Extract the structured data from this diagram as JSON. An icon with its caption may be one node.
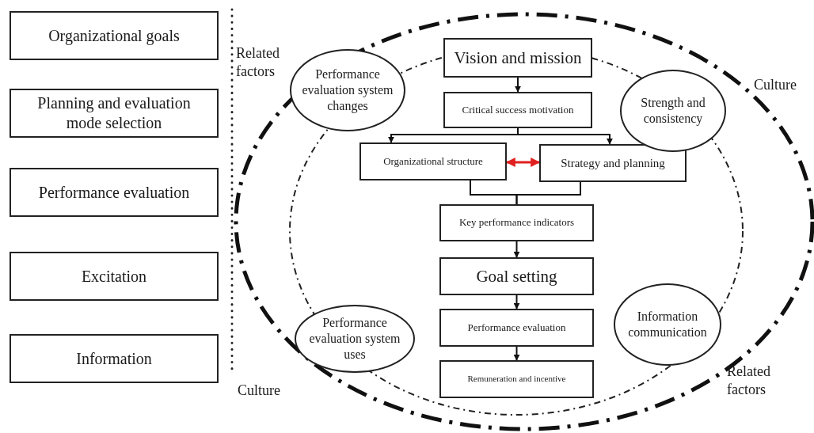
{
  "diagram": {
    "nodes": [
      {
        "text": [
          "Organizational goals"
        ]
      },
      {
        "text": [
          "Planning and evaluation mode selection"
        ]
      },
      {
        "text": [
          "Performance evaluation"
        ]
      },
      {
        "text": [
          "Excitation"
        ]
      },
      {
        "text": [
          "Information"
        ]
      },
      {
        "text": [
          "Vision and mission"
        ]
      },
      {
        "text": [
          "Critical success motivation"
        ]
      },
      {
        "text": [
          "Organizational structure"
        ]
      },
      {
        "text": [
          "Strategy and planning"
        ]
      },
      {
        "text": [
          "Key performance indicators"
        ]
      },
      {
        "text": [
          "Goal setting"
        ]
      },
      {
        "text": [
          "Performance evaluation"
        ]
      },
      {
        "text": [
          "Remuneration and incentive"
        ]
      },
      {
        "text": [
          "Performance evaluation system changes"
        ]
      },
      {
        "text": [
          "Strength and consistency"
        ]
      },
      {
        "text": [
          "Performance evaluation system uses"
        ]
      },
      {
        "text": [
          "Information communication"
        ]
      }
    ],
    "edges": [
      {
        "from": 5,
        "to": 6,
        "arrow": "to"
      },
      {
        "from": 6,
        "to": 7,
        "arrow": "to"
      },
      {
        "from": 6,
        "to": 8,
        "arrow": "to"
      },
      {
        "from": 7,
        "to": 8,
        "arrow": "both",
        "color": "#e02020"
      },
      {
        "from": 7,
        "to": 9,
        "arrow": "none"
      },
      {
        "from": 8,
        "to": 9,
        "arrow": "none"
      },
      {
        "from": 9,
        "to": 10,
        "arrow": "to"
      },
      {
        "from": 10,
        "to": 11,
        "arrow": "to"
      },
      {
        "from": 11,
        "to": 12,
        "arrow": "to"
      }
    ],
    "labels": [
      "Related factors",
      "Culture",
      "Culture",
      "Related factors"
    ]
  }
}
